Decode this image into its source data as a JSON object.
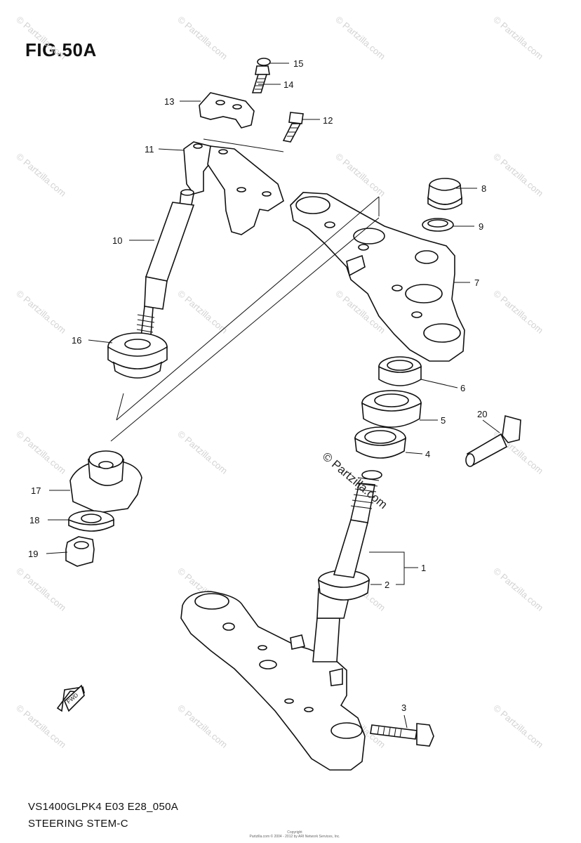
{
  "figure": {
    "title": "FIG.50A",
    "model_code": "VS1400GLPK4 E03 E28_050A",
    "section": "STEERING STEM-C",
    "center_watermark": "© Partzilla.com",
    "watermark_text": "© Partzilla.com",
    "copyright_line1": "Copyright",
    "copyright_line2": "Partzilla.com © 2004 - 2012 by ARI Network Services, Inc.",
    "fwd_label": "FWD"
  },
  "callouts": [
    "1",
    "2",
    "3",
    "4",
    "5",
    "6",
    "7",
    "8",
    "9",
    "10",
    "11",
    "12",
    "13",
    "14",
    "15",
    "16",
    "17",
    "18",
    "19",
    "20"
  ]
}
